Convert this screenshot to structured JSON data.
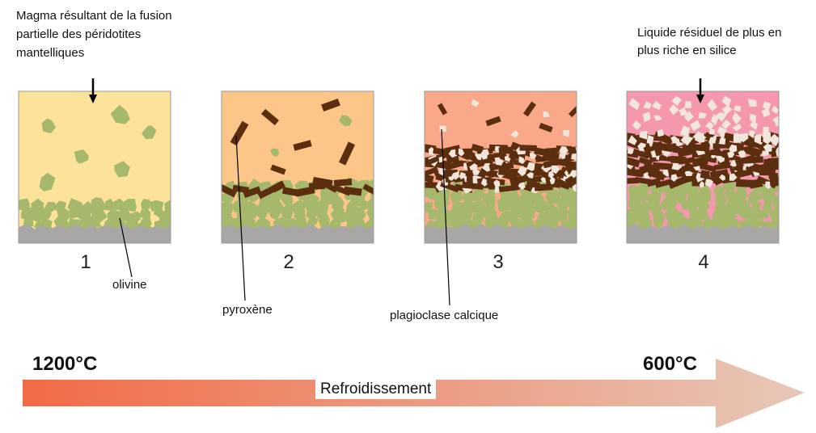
{
  "labels": {
    "magma": [
      "Magma résultant de la fusion",
      "partielle des péridotites",
      "mantelliques"
    ],
    "residual": [
      "Liquide résiduel de plus en",
      "plus riche en silice"
    ],
    "olivine": "olivine",
    "pyroxene": "pyroxène",
    "plagioclase": "plagioclase calcique"
  },
  "steps": [
    "1",
    "2",
    "3",
    "4"
  ],
  "temperature": {
    "start": "1200°C",
    "end": "600°C"
  },
  "cooling_label": "Refroidissement",
  "colors": {
    "panel1_bg": "#fde39a",
    "panel2_bg": "#fcc689",
    "panel3_bg": "#f9a98a",
    "panel4_bg": "#f597ad",
    "olivine": "#a6b86c",
    "pyroxene": "#5a2e0e",
    "plagioclase": "#f1e6dc",
    "floor": "#a9a6a6",
    "arrow_start": "#f26a45",
    "arrow_end": "#e7c8b8"
  }
}
